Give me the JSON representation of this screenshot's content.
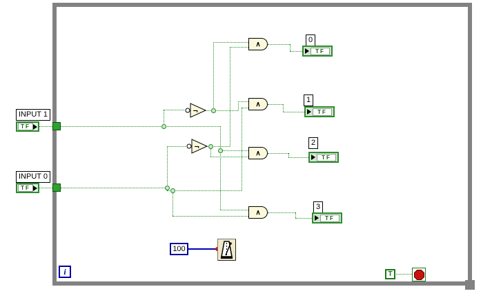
{
  "diagram_type": "LabVIEW while-loop block diagram (2-to-4 line decoder)",
  "symbols": {
    "and": "∧",
    "not": "¬"
  },
  "inputs": [
    {
      "label": "INPUT 1",
      "value": "TF"
    },
    {
      "label": "INPUT 0",
      "value": "TF"
    }
  ],
  "outputs": [
    {
      "label": "0",
      "value": "TF"
    },
    {
      "label": "1",
      "value": "TF"
    },
    {
      "label": "2",
      "value": "TF"
    },
    {
      "label": "3",
      "value": "TF"
    }
  ],
  "timing": {
    "wait_ms_constant": "100"
  },
  "loop": {
    "iteration_terminal": "i",
    "stop_constant": "T"
  },
  "colors": {
    "loop_border": "#828282",
    "boolean_wire": "#1E8C1E",
    "numeric_wire": "#0000B4",
    "gate_fill": "#FBF8DC",
    "boolean_green": "#2E8B2E",
    "stop_red": "#CC1111"
  }
}
